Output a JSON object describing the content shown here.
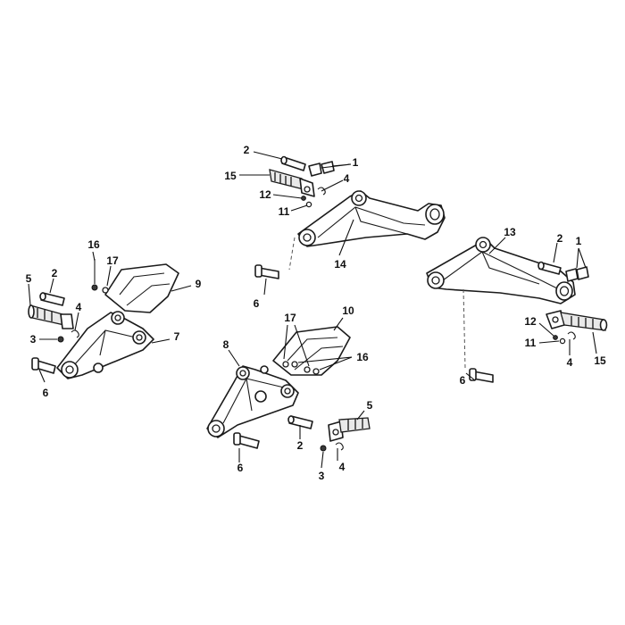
{
  "callouts": {
    "c1_top": "1",
    "c2_top": "2",
    "c4_top": "4",
    "c15_top": "15",
    "c12_top": "12",
    "c11_top": "11",
    "c14": "14",
    "c6_mid": "6",
    "c13": "13",
    "c2_right": "2",
    "c1_right": "1",
    "c12_right": "12",
    "c11_right": "11",
    "c4_right": "4",
    "c15_right": "15",
    "c6_right": "6",
    "c16_left": "16",
    "c17_left": "17",
    "c9": "9",
    "c5_left": "5",
    "c2_left": "2",
    "c4_left": "4",
    "c3_left": "3",
    "c7": "7",
    "c6_left": "6",
    "c10": "10",
    "c17_mid": "17",
    "c16_mid": "16",
    "c8": "8",
    "c5_mid": "5",
    "c2_mid": "2",
    "c4_mid": "4",
    "c3_mid": "3",
    "c6_bottom": "6"
  }
}
